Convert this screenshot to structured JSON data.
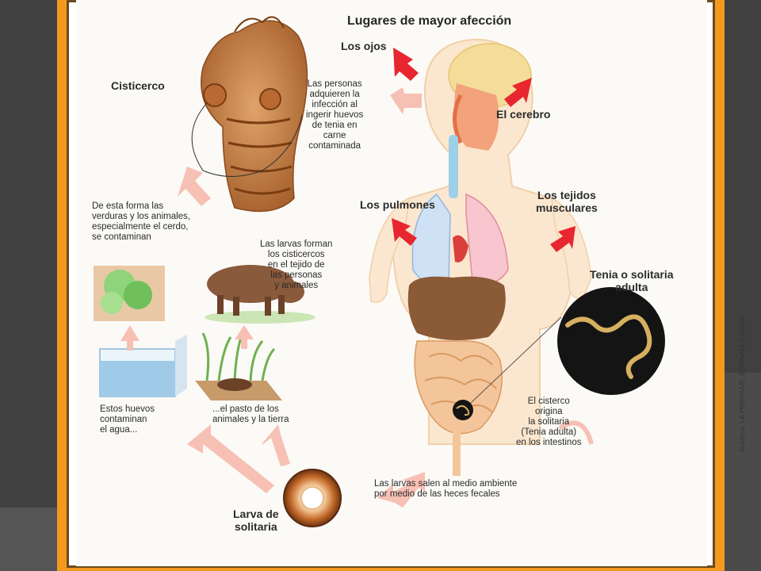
{
  "title": "Lugares de mayor afección",
  "organs": {
    "eyes": "Los ojos",
    "brain": "El cerebro",
    "lungs": "Los pulmones",
    "muscles": "Los tejidos\nmusculares"
  },
  "labels": {
    "cysticercus": "Cisticerco",
    "infection": "Las personas\nadquieren la\ninfección al\ningerir huevos\nde tenia en\ncarne\ncontaminada",
    "contamination": "De esta forma las\nverduras y los animales,\nespecialmente el cerdo,\nse contaminan",
    "larvae_form": "Las larvas forman\nlos cisticercos\nen el tejido de\nlas personas\ny animales",
    "adult_tapeworm": "Tenia o solitaria\nadulta",
    "cysticercus_origin": "El cisterco\norigina\nla solitaria\n(Tenia adulta)\nen los intestinos",
    "eggs_water": "Estos huevos\ncontaminan\nel agua...",
    "grass": "...el pasto de los\nanimales y la tierra",
    "larvae_out": "Las larvas salen al medio ambiente\npor medio de las heces fecales",
    "larva": "Larva de\nsolitaria"
  },
  "credit": "Gráficos: LA PRENSA/E. ESPINALES GUIDO",
  "colors": {
    "frame": "#f39a1e",
    "arrow_red": "#e8262f",
    "arrow_pink": "#f7c0b4",
    "skin": "#fbe7cf"
  }
}
